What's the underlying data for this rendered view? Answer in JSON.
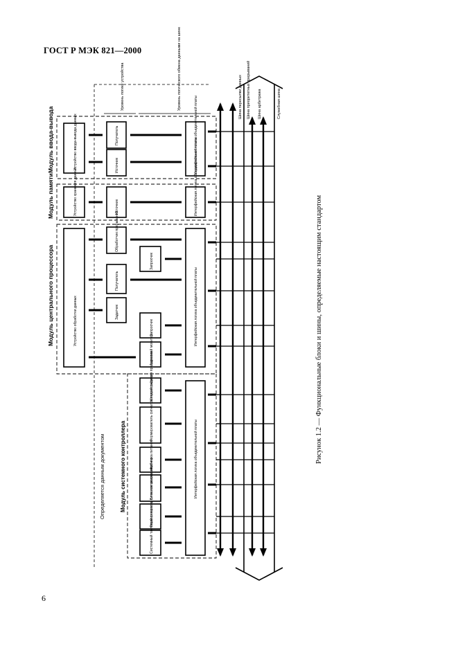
{
  "header": {
    "title": "ГОСТ Р МЭК 821—2000"
  },
  "page": {
    "number": "6"
  },
  "figure": {
    "caption": "Рисунок 1.2 — Функциональные блоки и шины, определяемые настоящим стандартом",
    "levels": {
      "upper": "Уровень логики устройства",
      "lower": "Уровень логического обмена данными на шине"
    },
    "modules": {
      "io": "Модуль ввода-вывода",
      "memory": "Модуль памяти",
      "cpu": "Модуль центрального процессора",
      "system": "Модуль системного контроллера",
      "defined_by_user": "Определяется данным документом"
    },
    "blocks": {
      "io_device": "Устройство ввода-вывода данных",
      "io_dest": "Получатель",
      "io_src": "Источник",
      "io_iface": "Интерфейсная логика объединительной платы",
      "mem_device": "Устройство хранения данных",
      "mem_src": "Источник",
      "mem_iface": "Интерфейсная логика объединительной платы",
      "cpu_device": "Устройство обработки данных",
      "cpu_irq": "Обработчик прерываний",
      "cpu_dest": "Получатель",
      "cpu_master": "Задатчик",
      "cpu_req1": "Запросчик",
      "cpu_req2": "Запросчик",
      "cpu_addr": "Адресный монитор",
      "cpu_iface": "Интерфейсная логика объединительной платы",
      "sys_clock": "Системный тактовый генератор",
      "sys_power": "Формирователь сигналов аварии источника питания",
      "sys_timer": "Блок контроля шины",
      "sys_arb": "Арбитр",
      "sys_irq": "Формирователь сигналов подтверждения прерывания",
      "sys_bus": "Шинный таймер",
      "sys_iface": "Интерфейсная логика объединительной платы"
    },
    "buses": {
      "data_transfer": "Шина пересылки данных",
      "priority_interrupt": "Шина приоритетных прерываний",
      "arbitration": "Шина арбитража",
      "utility": "Служебная шина"
    }
  }
}
